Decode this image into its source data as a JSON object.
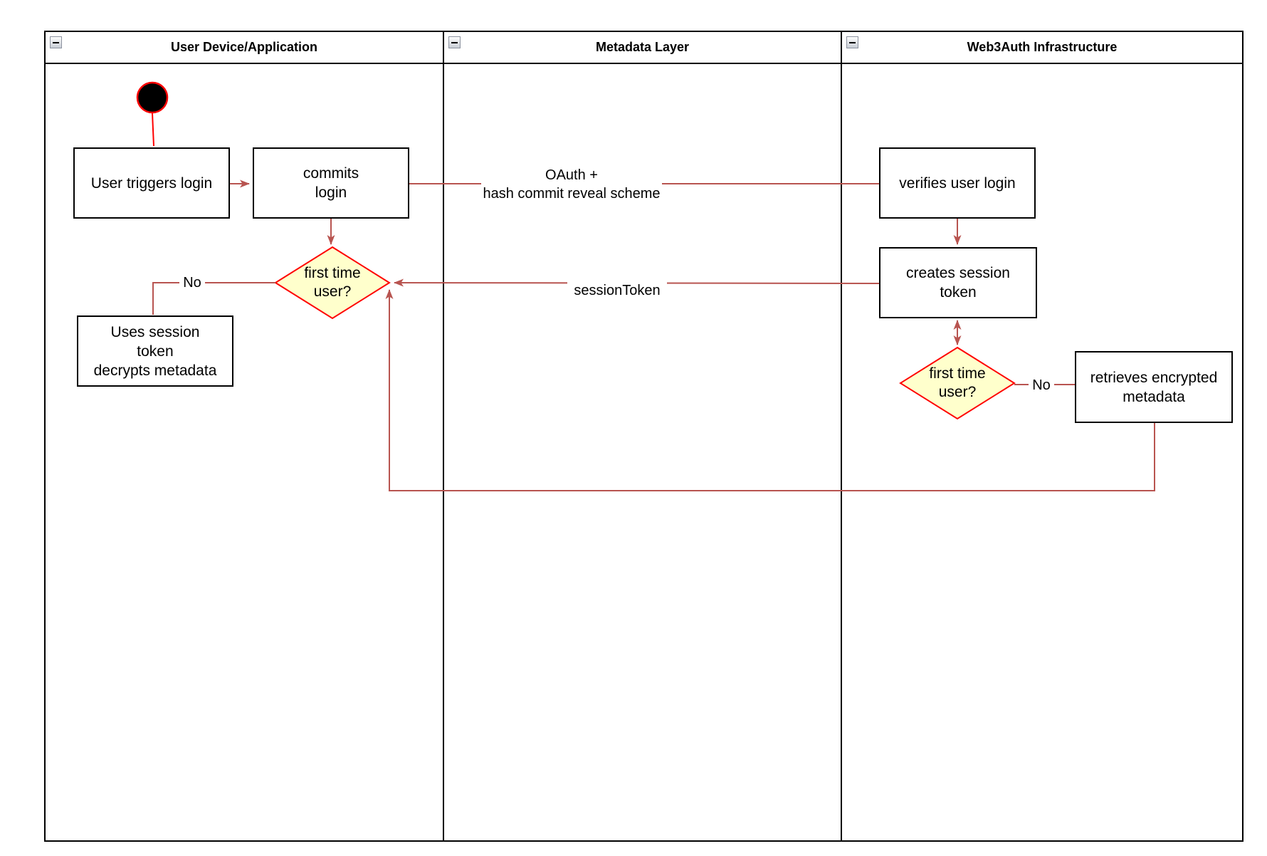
{
  "diagram": {
    "lanes": [
      {
        "title": "User Device/Application"
      },
      {
        "title": "Metadata Layer"
      },
      {
        "title": "Web3Auth Infrastructure"
      }
    ],
    "nodes": {
      "user_triggers_login": "User triggers login",
      "commits_login": "commits\nlogin",
      "first_time_user_device": "first time\nuser?",
      "uses_session_token": "Uses session\ntoken\ndecrypts metadata",
      "verifies_user_login": "verifies user login",
      "creates_session_token": "creates session\ntoken",
      "first_time_user_infra": "first time\nuser?",
      "retrieves_encrypted_metadata": "retrieves encrypted\nmetadata"
    },
    "edge_labels": {
      "oauth": "OAuth +\nhash commit reveal scheme",
      "session_token": "sessionToken",
      "no_device": "No",
      "no_infra": "No"
    },
    "colors": {
      "connector": "#b85450",
      "decision_fill": "#ffffcc",
      "decision_stroke": "#ff0000",
      "start_fill": "#000000",
      "start_stroke": "#ff0000",
      "node_fill": "#ffffff",
      "node_stroke": "#000000"
    }
  }
}
